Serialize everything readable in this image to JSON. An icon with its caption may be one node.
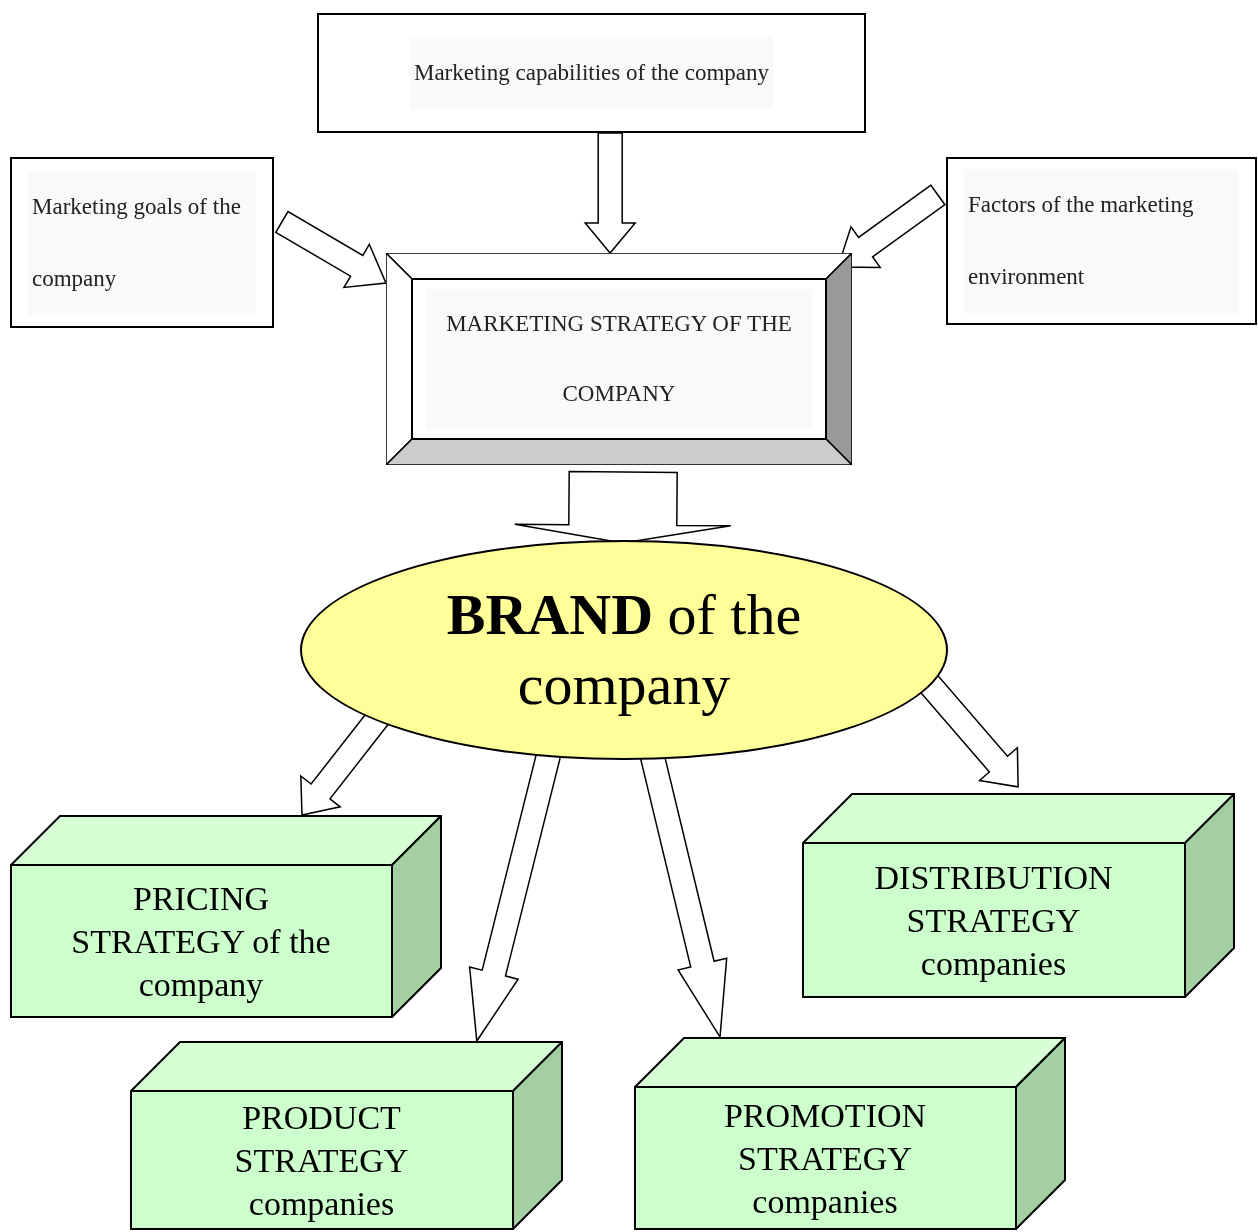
{
  "diagram": {
    "nodes": [
      {
        "text": [
          "Marketing capabilities of the company"
        ]
      },
      {
        "text": [
          "Marketing goals of the company"
        ]
      },
      {
        "text": [
          "Factors of the marketing environment"
        ]
      },
      {
        "text": [
          "MARKETING STRATEGY OF THE COMPANY"
        ]
      },
      {
        "text": [
          "**BRAND** of the company"
        ]
      },
      {
        "text": [
          "PRICING STRATEGY of the company"
        ]
      },
      {
        "text": [
          "DISTRIBUTION STRATEGY companies"
        ]
      },
      {
        "text": [
          "PRODUCT STRATEGY companies"
        ]
      },
      {
        "text": [
          "PROMOTION STRATEGY companies"
        ]
      }
    ],
    "edges": [
      {
        "from": 0,
        "to": 3,
        "arrow": "to"
      },
      {
        "from": 1,
        "to": 3,
        "arrow": "to"
      },
      {
        "from": 2,
        "to": 3,
        "arrow": "to"
      },
      {
        "from": 3,
        "to": 4,
        "arrow": "to"
      },
      {
        "from": 4,
        "to": 5,
        "arrow": "to"
      },
      {
        "from": 4,
        "to": 7,
        "arrow": "to"
      },
      {
        "from": 4,
        "to": 8,
        "arrow": "to"
      },
      {
        "from": 4,
        "to": 6,
        "arrow": "to"
      }
    ]
  }
}
